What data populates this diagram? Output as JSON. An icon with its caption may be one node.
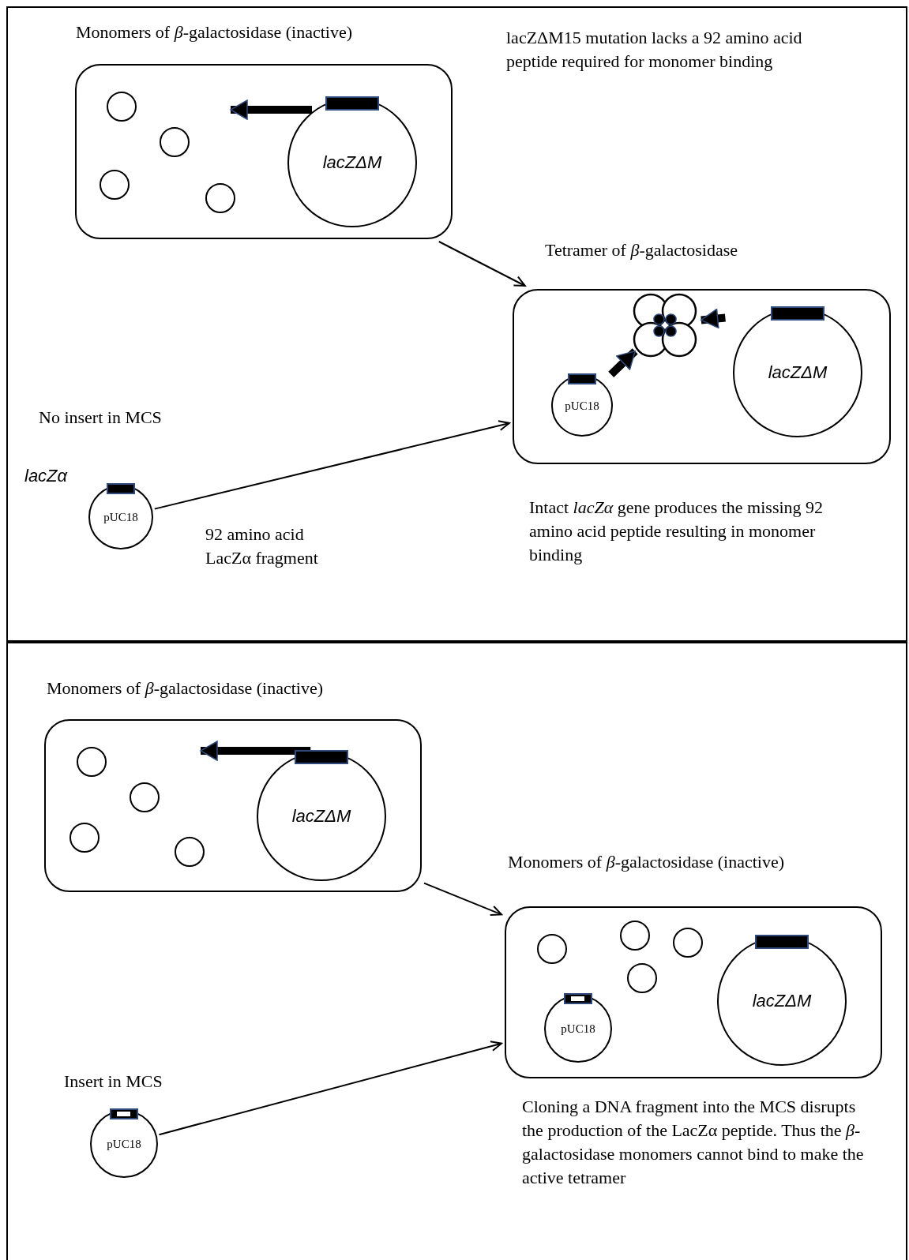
{
  "diagram": {
    "nodes": [
      {
        "text": [
          "Monomers of *β*-galactosidase (inactive)"
        ]
      },
      {
        "text": [
          "lacZΔM"
        ],
        "in": 0
      },
      {
        "text": [
          "Tetramer of *β*-galactosidase"
        ]
      },
      {
        "text": [
          "pUC18"
        ],
        "in": 2
      },
      {
        "text": [
          "lacZΔM"
        ],
        "in": 2
      },
      {
        "text": [
          "pUC18"
        ]
      },
      {
        "text": [
          "Monomers of *β*-galactosidase (inactive)"
        ]
      },
      {
        "text": [
          "lacZΔM"
        ],
        "in": 6
      },
      {
        "text": [
          "Monomers of *β*-galactosidase (inactive)"
        ]
      },
      {
        "text": [
          "pUC18"
        ],
        "in": 8
      },
      {
        "text": [
          "lacZΔM"
        ],
        "in": 8
      },
      {
        "text": [
          "pUC18"
        ]
      },
      {
        "text": [],
        "shape": "picture",
        "in": 2
      }
    ],
    "edges": [
      {
        "from": 0,
        "to": 2,
        "arrow": "to"
      },
      {
        "from": 5,
        "to": 2,
        "arrow": "to",
        "label": "92 amino acid LacZα fragment"
      },
      {
        "from": 6,
        "to": 8,
        "arrow": "to"
      },
      {
        "from": 11,
        "to": 8,
        "arrow": "to"
      },
      {
        "from": 1,
        "to": null,
        "arrow": "to",
        "style": "thick"
      },
      {
        "from": 3,
        "to": 12,
        "arrow": "to",
        "style": "thick"
      },
      {
        "from": 4,
        "to": 12,
        "arrow": "to",
        "style": "thick"
      },
      {
        "from": 7,
        "to": null,
        "arrow": "to",
        "style": "thick"
      }
    ],
    "labels": [
      "lacZΔM15 mutation lacks a 92 amino acid peptide required for monomer binding",
      "No insert in MCS",
      "lacZα",
      "Intact *lacZα* gene produces the missing 92 amino acid peptide resulting in monomer binding",
      "Insert in MCS",
      "Cloning a DNA fragment into the MCS disrupts the production of the LacZα peptide. Thus the *β*-galactosidase monomers cannot bind to make the active tetramer"
    ]
  }
}
